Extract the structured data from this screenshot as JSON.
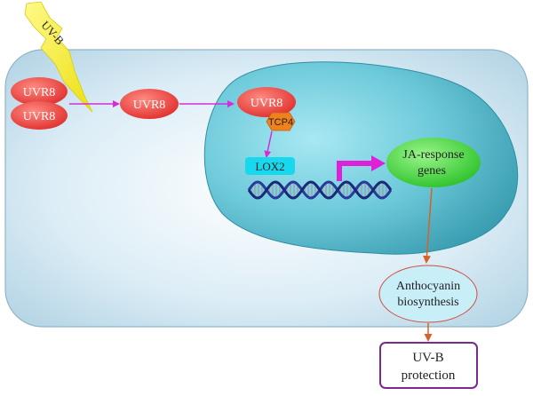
{
  "labels": {
    "uvb_ray": "UV-B",
    "uvr8_dimer_top": "UVR8",
    "uvr8_dimer_bottom": "UVR8",
    "uvr8_monomer": "UVR8",
    "uvr8_nuclear": "UVR8",
    "tcp4": "TCP4",
    "lox2": "LOX2",
    "ja_genes_line1": "JA-response",
    "ja_genes_line2": "genes",
    "anthocyanin_line1": "Anthocyanin",
    "anthocyanin_line2": "biosynthesis",
    "protection_line1": "UV-B",
    "protection_line2": "protection"
  },
  "colors": {
    "uvr8_fill": "#e8413f",
    "tcp4_fill": "#f0821e",
    "lox2_fill": "#18d8ee",
    "ja_fill": "#3fd63a",
    "anthocyanin_fill": "#c8eef8",
    "anthocyanin_stroke": "#d64a3a",
    "protection_stroke": "#7a2a8a",
    "arrow_magenta": "#d82bd8",
    "arrow_orange": "#d4622a",
    "uvb_ray": "#f4ec1c",
    "nucleus": "#62c7d7",
    "cell": "#c6e2ef"
  }
}
